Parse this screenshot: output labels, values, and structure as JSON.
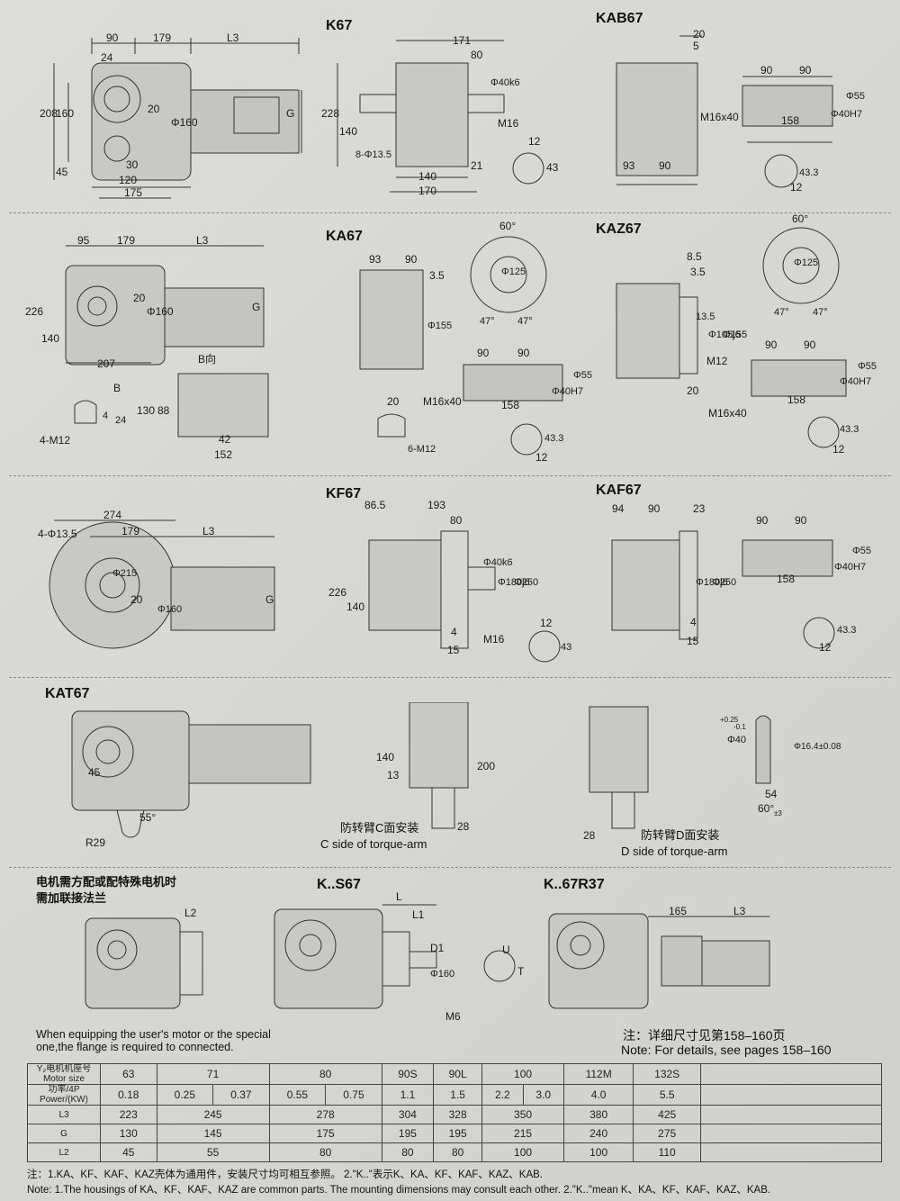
{
  "titles": {
    "k67": "K67",
    "kab67": "KAB67",
    "ka67": "KA67",
    "kaz67": "KAZ67",
    "kf67": "KF67",
    "kaf67": "KAF67",
    "kat67": "KAT67",
    "ks67": "K..S67",
    "k67r37": "K..67R37"
  },
  "dims": {
    "k67_main": [
      "90",
      "179",
      "L3",
      "24",
      "208",
      "160",
      "20",
      "Φ160",
      "G",
      "45",
      "30",
      "120",
      "175"
    ],
    "k67_side": [
      "171",
      "80",
      "Φ40k6",
      "228",
      "140",
      "8-Φ13.5",
      "M16",
      "12",
      "43",
      "21",
      "140",
      "170"
    ],
    "kab67": [
      "20",
      "5",
      "90",
      "90",
      "Φ55",
      "Φ40H7",
      "M16x40",
      "158",
      "93",
      "90",
      "43.3",
      "12"
    ],
    "ka67_main": [
      "95",
      "179",
      "L3",
      "226",
      "140",
      "20",
      "Φ160",
      "G",
      "207",
      "B向",
      "B",
      "130",
      "88",
      "4",
      "24",
      "4-M12",
      "42",
      "152"
    ],
    "ka67_side": [
      "93",
      "90",
      "3.5",
      "Φ155",
      "60°",
      "Φ125",
      "47°",
      "47°",
      "90",
      "90",
      "Φ55",
      "Φ40H7",
      "M16x40",
      "158",
      "20",
      "6-M12",
      "43.3",
      "12"
    ],
    "kaz67": [
      "8.5",
      "3.5",
      "13.5",
      "Φ105j6",
      "Φ155",
      "M12",
      "20",
      "60°",
      "Φ125",
      "47°",
      "47°",
      "90",
      "90",
      "Φ55",
      "Φ40H7",
      "158",
      "M16x40",
      "43.3",
      "12"
    ],
    "kf67_main": [
      "274",
      "4-Φ13.5",
      "179",
      "L3",
      "Φ215",
      "20",
      "Φ160",
      "G"
    ],
    "kf67_side": [
      "86.5",
      "193",
      "80",
      "Φ40k6",
      "Φ180j6",
      "Φ250",
      "226",
      "140",
      "4",
      "15",
      "M16",
      "12",
      "43"
    ],
    "kaf67": [
      "94",
      "90",
      "23",
      "Φ180j6",
      "Φ250",
      "4",
      "15",
      "90",
      "90",
      "Φ55",
      "Φ40H7",
      "158",
      "43.3",
      "12"
    ],
    "kat67": [
      "45",
      "55°",
      "R29",
      "140",
      "13",
      "200",
      "28",
      "28",
      "Φ40",
      "+0.25",
      "-0.1",
      "Φ16.4±0.08",
      "54",
      "60°",
      "±3"
    ],
    "ks67": [
      "L2",
      "L",
      "L1",
      "D1",
      "Φ160",
      "U",
      "T",
      "M6"
    ],
    "k67r37": [
      "165",
      "L3"
    ]
  },
  "captions": {
    "c_cn": "防转臂C面安装",
    "c_en": "C side of torque-arm",
    "d_cn": "防转臂D面安装",
    "d_en": "D side of torque-arm",
    "flange_cn1": "电机需方配或配特殊电机时",
    "flange_cn2": "需加联接法兰",
    "flange_en1": "When equipping the user's motor or the special",
    "flange_en2": "one,the flange is required to connected.",
    "note_cn": "注：详细尺寸见第158–160页",
    "note_en": "Note: For details, see pages 158–160"
  },
  "table": {
    "row_labels": {
      "motor": [
        "Y₂电机机座号",
        "Motor size"
      ],
      "power": [
        "功率/4P",
        "Power/(KW)"
      ],
      "l3": "L3",
      "g": "G",
      "l2": "L2"
    },
    "motor_size": [
      "63",
      "71",
      "80",
      "90S",
      "90L",
      "100",
      "112M",
      "132S"
    ],
    "power": [
      [
        "0.18"
      ],
      [
        "0.25",
        "0.37"
      ],
      [
        "0.55",
        "0.75"
      ],
      [
        "1.1"
      ],
      [
        "1.5"
      ],
      [
        "2.2",
        "3.0"
      ],
      [
        "4.0"
      ],
      [
        "5.5"
      ]
    ],
    "l3": [
      "223",
      "245",
      "278",
      "304",
      "328",
      "350",
      "380",
      "425"
    ],
    "g": [
      "130",
      "145",
      "175",
      "195",
      "195",
      "215",
      "240",
      "275"
    ],
    "l2": [
      "45",
      "55",
      "80",
      "80",
      "80",
      "100",
      "100",
      "110"
    ]
  },
  "footnotes": {
    "cn": "注：1.KA、KF、KAF、KAZ壳体为通用件，安装尺寸均可相互参照。 2.\"K..\"表示K、KA、KF、KAF、KAZ、KAB.",
    "en": "Note: 1.The housings of KA、KF、KAF、KAZ are common parts. The mounting dimensions may consult each other.   2.\"K..\"mean K、KA、KF、KAF、KAZ、KAB."
  }
}
